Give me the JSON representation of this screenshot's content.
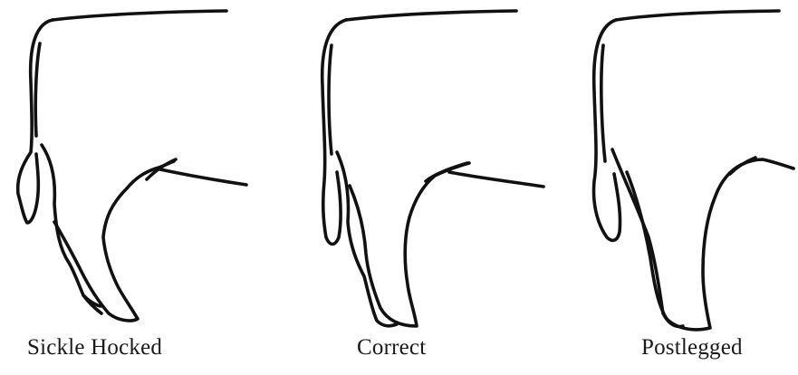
{
  "panels": [
    {
      "label": "Sickle Hocked"
    },
    {
      "label": "Correct"
    },
    {
      "label": "Postlegged"
    }
  ],
  "colors": {
    "line": "#111111",
    "background": "#ffffff",
    "text": "#1a1a1a"
  }
}
